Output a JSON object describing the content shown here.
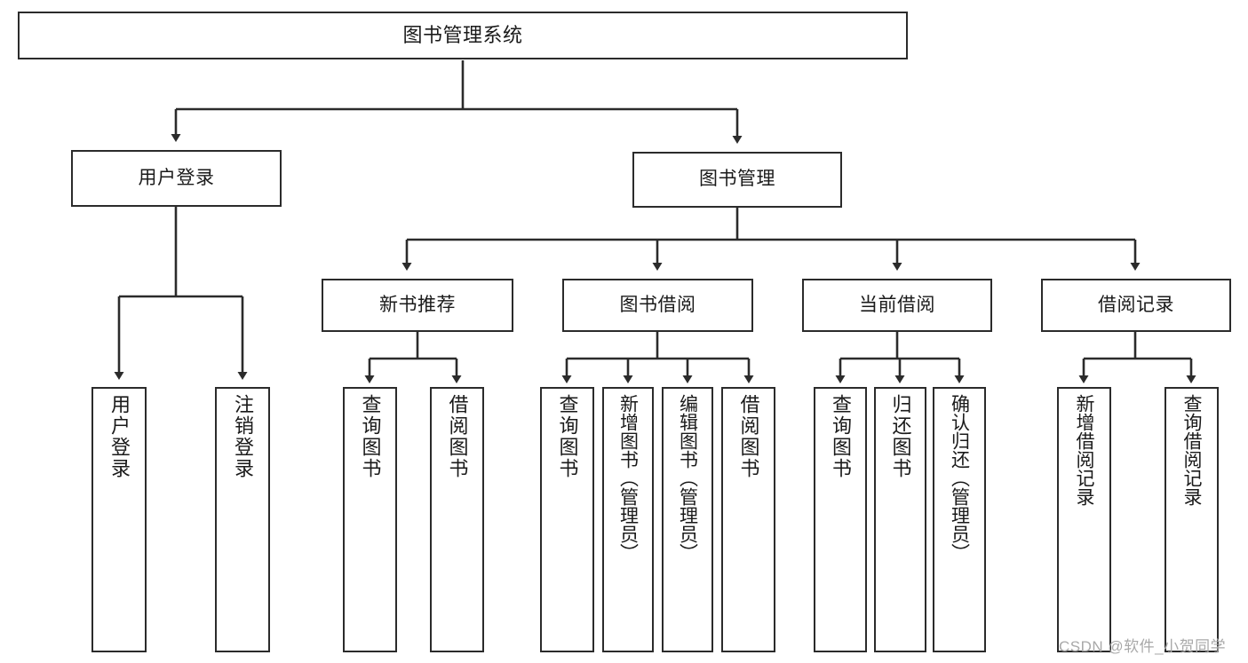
{
  "diagram": {
    "title": "图书管理系统",
    "type": "tree-hierarchy",
    "root": {
      "label": "图书管理系统"
    },
    "level2": [
      {
        "label": "用户登录"
      },
      {
        "label": "图书管理"
      }
    ],
    "level3": [
      {
        "label": "新书推荐"
      },
      {
        "label": "图书借阅"
      },
      {
        "label": "当前借阅"
      },
      {
        "label": "借阅记录"
      }
    ],
    "leaves": {
      "user_login": [
        {
          "label": "用户登录"
        },
        {
          "label": "注销登录"
        }
      ],
      "new_book": [
        {
          "label": "查询图书"
        },
        {
          "label": "借阅图书"
        }
      ],
      "book_borrow": [
        {
          "label": "查询图书"
        },
        {
          "label": "新增图书（管理员）"
        },
        {
          "label": "编辑图书（管理员）"
        },
        {
          "label": "借阅图书"
        }
      ],
      "current_borrow": [
        {
          "label": "查询图书"
        },
        {
          "label": "归还图书"
        },
        {
          "label": "确认归还（管理员）"
        }
      ],
      "borrow_record": [
        {
          "label": "新增借阅记录"
        },
        {
          "label": "查询借阅记录"
        }
      ]
    }
  },
  "watermark": {
    "text": "CSDN @软件_小贺同学"
  },
  "colors": {
    "stroke": "#2b2b2b",
    "background": "#ffffff",
    "text": "#1a1a1a",
    "watermark": "#a9a9a9"
  }
}
